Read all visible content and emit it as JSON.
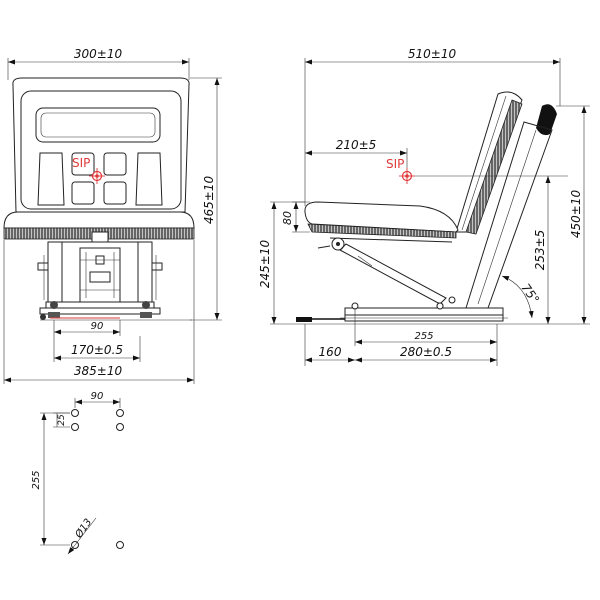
{
  "front_view": {
    "width_top": "300±10",
    "height_total": "465±10",
    "hole_spacing": "90",
    "slide_width": "170±0.5",
    "base_width": "385±10",
    "sip": "SIP"
  },
  "side_view": {
    "depth_total": "510±10",
    "sip_offset": "210±5",
    "sip": "SIP",
    "cushion_height": "80",
    "seat_height": "245±10",
    "sip_height": "253±5",
    "back_height": "450±10",
    "angle": "75°",
    "rail_hole_spacing": "255",
    "front_offset": "160",
    "rail_length": "280±0.5"
  },
  "bolt_pattern": {
    "width": "90",
    "short_offset": "25",
    "length": "255",
    "hole_diameter": "Ø13"
  }
}
